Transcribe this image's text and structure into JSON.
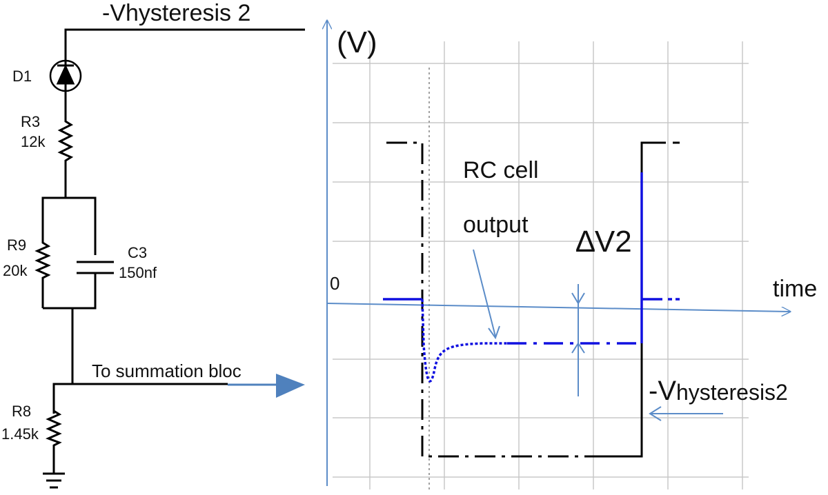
{
  "circuit": {
    "top_label": "-Vhysteresis 2",
    "components": [
      {
        "ref": "D1",
        "value": ""
      },
      {
        "ref": "R3",
        "value": "12k"
      },
      {
        "ref": "R9",
        "value": "20k"
      },
      {
        "ref": "C3",
        "value": "150nf"
      },
      {
        "ref": "R8",
        "value": "1.45k"
      }
    ],
    "output_label": "To summation bloc"
  },
  "waveform": {
    "y_axis_label": "(V)",
    "x_axis_label": "time",
    "zero_label": "0",
    "rc_label_line1": "RC cell",
    "rc_label_line2": "output",
    "delta_label": "∆V2",
    "neg_label_prefix": "-V",
    "neg_label_suffix": "hysteresis2"
  },
  "colors": {
    "wire": "#000000",
    "axis": "#5b8cc8",
    "grid": "#c8c8c8",
    "rc_output": "#1010e0",
    "arrow": "#4f81bd"
  }
}
